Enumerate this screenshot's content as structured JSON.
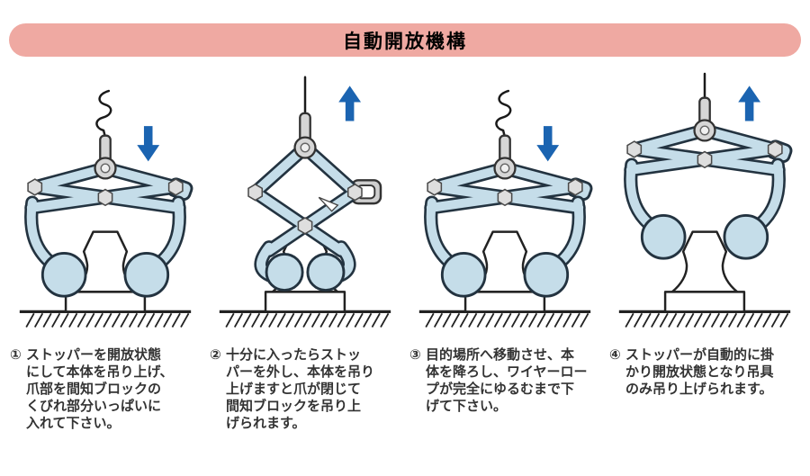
{
  "title": "自動開放機構",
  "colors": {
    "title_bar_bg": "#efa9a2",
    "clamp_fill": "#c5dde9",
    "clamp_outline": "#233340",
    "metal_gray": "#d6d6d6",
    "arrow_blue": "#1b64b1",
    "text": "#333333",
    "line": "#222222",
    "page_bg": "#ffffff"
  },
  "steps": [
    {
      "number": "①",
      "text": "ストッパーを開放状態\nにして本体を吊り上げ、\n爪部を間知ブロックの\nくびれ部分いっぱいに\n入れて下さい。",
      "figure": "clamp-open-lowered-on-block",
      "rope": "slack",
      "arrow": "down"
    },
    {
      "number": "②",
      "text": "十分に入ったらストッ\nパーを外し、本体を吊り\n上げますと爪が閉じて\n間知ブロックを吊り上\nげられます。",
      "figure": "clamp-closed-gripping-block",
      "rope": "taut",
      "arrow": "up"
    },
    {
      "number": "③",
      "text": "目的場所へ移動させ、本\n体を降ろし、ワイヤーロー\nプが完全にゆるむまで下\nげて下さい。",
      "figure": "clamp-open-lowered-on-block",
      "rope": "slack",
      "arrow": "down"
    },
    {
      "number": "④",
      "text": "ストッパーが自動的に掛\nかり開放状態となり吊具\nのみ吊り上げられます。",
      "figure": "clamp-open-raised-released",
      "rope": "taut",
      "arrow": "up"
    }
  ]
}
